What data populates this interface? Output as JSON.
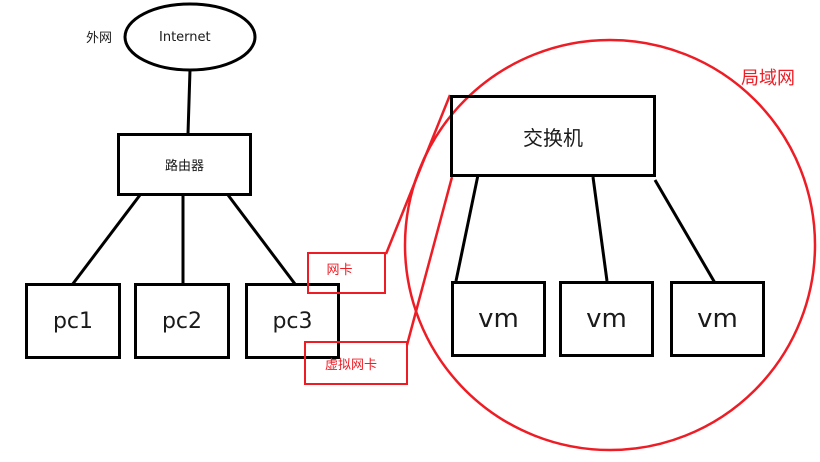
{
  "colors": {
    "line": "#000000",
    "annotation": "#ee1c24",
    "text": "#1a1a1a"
  },
  "external_network": {
    "label": "外网",
    "node": "Internet"
  },
  "router": {
    "label": "路由器"
  },
  "pcs": [
    {
      "label": "pc1"
    },
    {
      "label": "pc2"
    },
    {
      "label": "pc3"
    }
  ],
  "nic": {
    "label": "网卡"
  },
  "virtual_nic": {
    "label": "虚拟网卡"
  },
  "lan": {
    "label": "局域网"
  },
  "switch": {
    "label": "交换机"
  },
  "vms": [
    {
      "label": "vm"
    },
    {
      "label": "vm"
    },
    {
      "label": "vm"
    }
  ]
}
